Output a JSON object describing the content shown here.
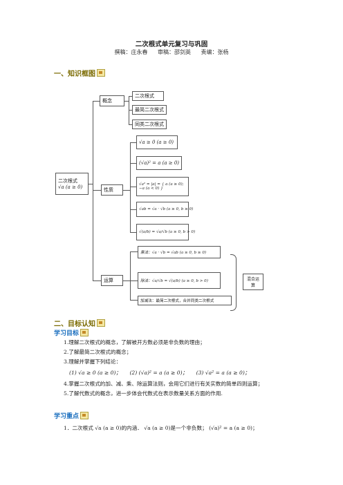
{
  "doc": {
    "title": "二次根式单元复习与巩固",
    "byline": [
      "撰稿：庄永春",
      "审稿：邵剑英",
      "责编：张杨"
    ]
  },
  "section1": {
    "title": "一、知识框图"
  },
  "diagram": {
    "root_label": "二次根式",
    "root_formula": "√a (a ≥ 0)",
    "gainian": "概念",
    "xingzhi": "性质",
    "yunsuan": "运算",
    "concepts": [
      "二次根式",
      "最简二次根式",
      "同类二次根式"
    ],
    "properties": [
      "√a ≥ 0 (a ≥ 0)",
      "(√a)² = a (a ≥ 0)",
      "√a² = |a| = { a (a ≥ 0); −a (a < 0) }",
      "√ab = √a · √b (a ≥ 0, b ≥ 0)",
      "√(a/b) = √a/√b (a ≥ 0, b > 0)"
    ],
    "ops": [
      "乘法：√a · √b = √ab (a ≥ 0, b ≥ 0)",
      "除法：√a/√b = √(a/b) (a ≥ 0, b > 0)",
      "加减法：最简二次根式，合并同类二次根式"
    ],
    "mixed": "混合运算"
  },
  "section2": {
    "title": "二、目标认知"
  },
  "goals": {
    "title": "学习目标",
    "items": [
      "1.理解二次根式的概念，了解被开方数必须是非负数的理由；",
      "2.了解最简二次根式的概念；",
      "3.理解并掌握下列结论："
    ],
    "conclusions": [
      "(1) √a ≥ 0 (a ≥ 0)；",
      "(2) (√a)² = a (a ≥ 0)；",
      "(3) √a² = a (a ≥ 0)；"
    ],
    "items2": [
      "4.掌握二次根式的加、减、乘、除运算法则，会用它们进行有关实数的简单四则运算；",
      "5.了解代数式的概念，进一步体会代数式在表示数量关系方面的作用."
    ]
  },
  "key": {
    "title": "学习重点",
    "item1": "1．二次根式 √a (a ≥ 0)的内涵． √a (a ≥ 0)是一个非负数； (√a)² = a (a ≥ 0)；"
  }
}
